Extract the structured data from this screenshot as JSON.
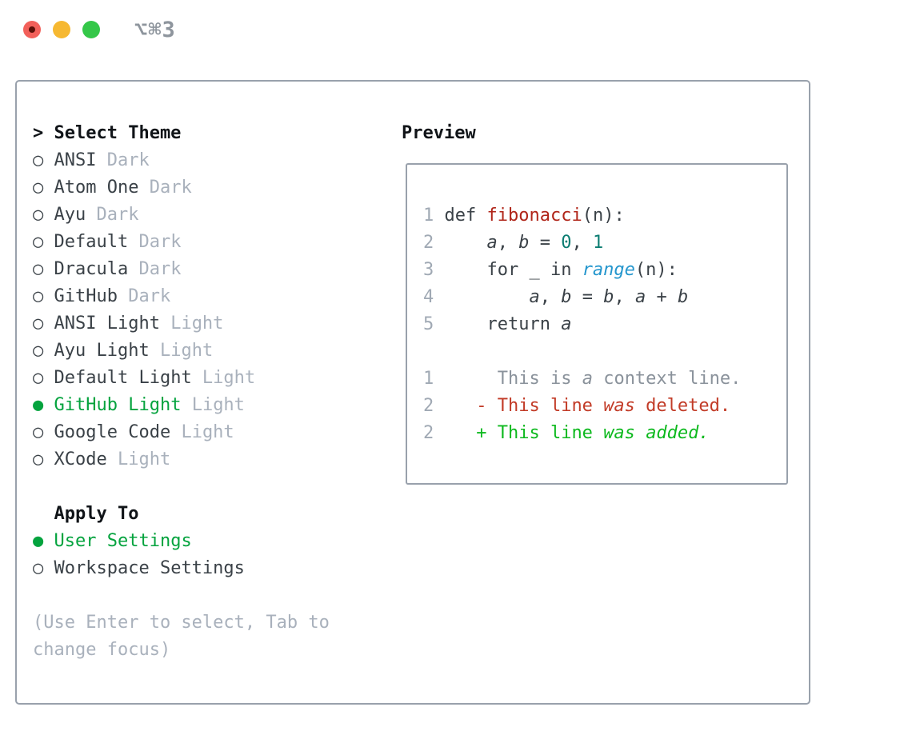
{
  "window": {
    "titlebar_shortcut": "⌥⌘3"
  },
  "colors": {
    "traffic_red": "#f2605a",
    "traffic_red_dot": "#5c1008",
    "traffic_yellow": "#f6b831",
    "traffic_green": "#34c748",
    "selection_green": "#04a33e",
    "added_green": "#0db91e",
    "deleted_red": "#c23b27",
    "function_red": "#b02519",
    "number_teal": "#0c7d72",
    "builtin_blue": "#2496cd",
    "muted_gray": "#a9b1bc",
    "border_gray": "#99a1ac",
    "text_dark": "#3a4147"
  },
  "theme_list": {
    "header_prefix": ">",
    "header": "Select Theme",
    "items": [
      {
        "name": "ANSI",
        "variant": "Dark",
        "selected": false
      },
      {
        "name": "Atom One",
        "variant": "Dark",
        "selected": false
      },
      {
        "name": "Ayu",
        "variant": "Dark",
        "selected": false
      },
      {
        "name": "Default",
        "variant": "Dark",
        "selected": false
      },
      {
        "name": "Dracula",
        "variant": "Dark",
        "selected": false
      },
      {
        "name": "GitHub",
        "variant": "Dark",
        "selected": false
      },
      {
        "name": "ANSI Light",
        "variant": "Light",
        "selected": false
      },
      {
        "name": "Ayu Light",
        "variant": "Light",
        "selected": false
      },
      {
        "name": "Default Light",
        "variant": "Light",
        "selected": false
      },
      {
        "name": "GitHub Light",
        "variant": "Light",
        "selected": true
      },
      {
        "name": "Google Code",
        "variant": "Light",
        "selected": false
      },
      {
        "name": "XCode",
        "variant": "Light",
        "selected": false
      }
    ],
    "marker_unselected": "○",
    "marker_selected": "●"
  },
  "apply_to": {
    "header": "Apply To",
    "options": [
      {
        "label": "User Settings",
        "selected": true
      },
      {
        "label": "Workspace Settings",
        "selected": false
      }
    ]
  },
  "hint": "(Use Enter to select, Tab to change focus)",
  "preview": {
    "title": "Preview",
    "lines": [
      {
        "segments": [
          {
            "t": "1 ",
            "c": "ln"
          },
          {
            "t": "def ",
            "c": "fg"
          },
          {
            "t": "fibonacci",
            "c": "fn"
          },
          {
            "t": "(n):",
            "c": "fg"
          }
        ]
      },
      {
        "segments": [
          {
            "t": "2",
            "c": "ln"
          },
          {
            "t": "     ",
            "c": "fg"
          },
          {
            "t": "a",
            "c": "var"
          },
          {
            "t": ", ",
            "c": "fg"
          },
          {
            "t": "b",
            "c": "var"
          },
          {
            "t": " = ",
            "c": "fg"
          },
          {
            "t": "0",
            "c": "num"
          },
          {
            "t": ", ",
            "c": "fg"
          },
          {
            "t": "1",
            "c": "num"
          }
        ]
      },
      {
        "segments": [
          {
            "t": "3",
            "c": "ln"
          },
          {
            "t": "     for _ in ",
            "c": "fg"
          },
          {
            "t": "range",
            "c": "bi"
          },
          {
            "t": "(n):",
            "c": "fg"
          }
        ]
      },
      {
        "segments": [
          {
            "t": "4",
            "c": "ln"
          },
          {
            "t": "         ",
            "c": "fg"
          },
          {
            "t": "a",
            "c": "var"
          },
          {
            "t": ", ",
            "c": "fg"
          },
          {
            "t": "b",
            "c": "var"
          },
          {
            "t": " = ",
            "c": "fg"
          },
          {
            "t": "b",
            "c": "var"
          },
          {
            "t": ", ",
            "c": "fg"
          },
          {
            "t": "a",
            "c": "var"
          },
          {
            "t": " + ",
            "c": "fg"
          },
          {
            "t": "b",
            "c": "var"
          }
        ]
      },
      {
        "segments": [
          {
            "t": "5",
            "c": "ln"
          },
          {
            "t": "     return ",
            "c": "fg"
          },
          {
            "t": "a",
            "c": "var"
          }
        ]
      },
      {
        "segments": [
          {
            "t": " ",
            "c": "fg"
          }
        ]
      },
      {
        "segments": [
          {
            "t": "1",
            "c": "ln"
          },
          {
            "t": "      ",
            "c": "fg"
          },
          {
            "t": "This is ",
            "c": "ctx"
          },
          {
            "t": "a",
            "c": "ctxi"
          },
          {
            "t": " context line.",
            "c": "ctx"
          }
        ]
      },
      {
        "segments": [
          {
            "t": "2",
            "c": "ln"
          },
          {
            "t": "    ",
            "c": "fg"
          },
          {
            "t": "- This line ",
            "c": "del"
          },
          {
            "t": "was",
            "c": "deli"
          },
          {
            "t": " deleted.",
            "c": "del"
          }
        ]
      },
      {
        "segments": [
          {
            "t": "2",
            "c": "ln"
          },
          {
            "t": "    ",
            "c": "fg"
          },
          {
            "t": "+ This line ",
            "c": "add"
          },
          {
            "t": "was",
            "c": "addi"
          },
          {
            "t": " ",
            "c": "add"
          },
          {
            "t": "added.",
            "c": "addi"
          }
        ]
      }
    ]
  }
}
